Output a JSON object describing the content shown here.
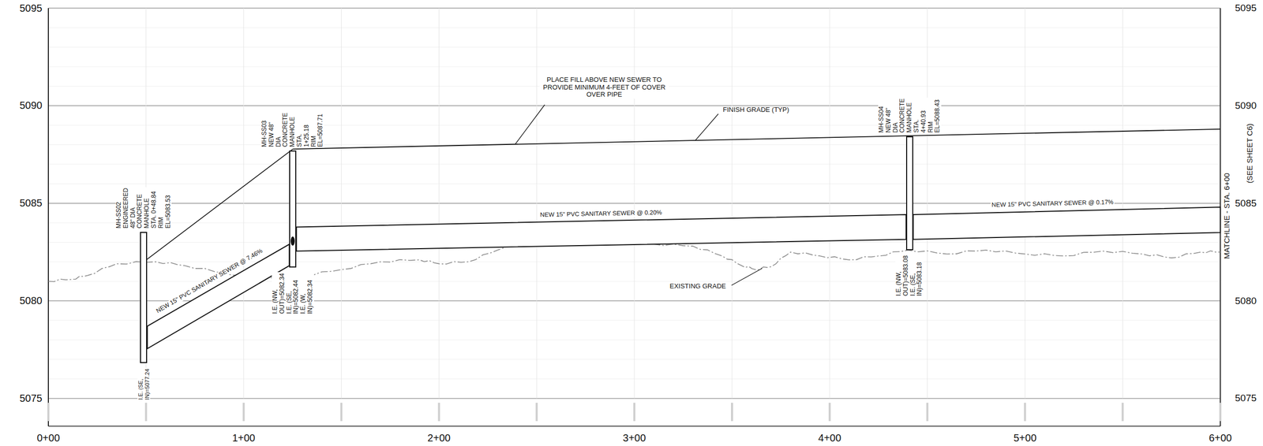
{
  "diagram": {
    "nodes": [
      {
        "text": [
          "MH-SS02 ENGINEERED 48\" DIA CONCRETE MANHOLE STA. 0+48.84 RIM EL=5083.53",
          "I.E. (SE, IN)=5077.24"
        ]
      },
      {
        "text": [
          "MH-SS03 NEW 48\" DIA CONCRETE MANHOLE STA. 1+25.18 RIM EL=5087.71",
          "I.E. (NW, OUT)=5082.34 I.E. (SE, IN)=5082.44 I.E. (W, IN)=5082.34"
        ]
      },
      {
        "text": [
          "MH-SS04 NEW 48\" DIA CONCRETE MANHOLE STA. 4+40.93 RIM EL=5088.43",
          "I.E. (NW, OUT)=5083.08 I.E. (SE, IN)=5083.18"
        ]
      }
    ],
    "edges": [
      {
        "from": 0,
        "to": 1,
        "arrow": "none",
        "label": "NEW 15\" PVC SANITARY SEWER @ 7.46%"
      },
      {
        "from": 1,
        "to": 2,
        "arrow": "none",
        "label": "NEW 15\" PVC SANITARY SEWER @ 0.20%"
      }
    ],
    "labels": [
      "5095",
      "5090",
      "5085",
      "5080",
      "5075",
      "5095",
      "5090",
      "5085",
      "5080",
      "5075",
      "0+00",
      "1+00",
      "2+00",
      "3+00",
      "4+00",
      "5+00",
      "6+00",
      "PLACE FILL ABOVE NEW SEWER TO PROVIDE MINIMUM 4-FEET OF COVER OVER PIPE",
      "FINISH GRADE (TYP)",
      "EXISTING GRADE",
      "NEW 15\" PVC SANITARY SEWER @ 0.17%",
      "MATCHLINE - STA. 6+00",
      "(SEE SHEET C6)"
    ]
  }
}
